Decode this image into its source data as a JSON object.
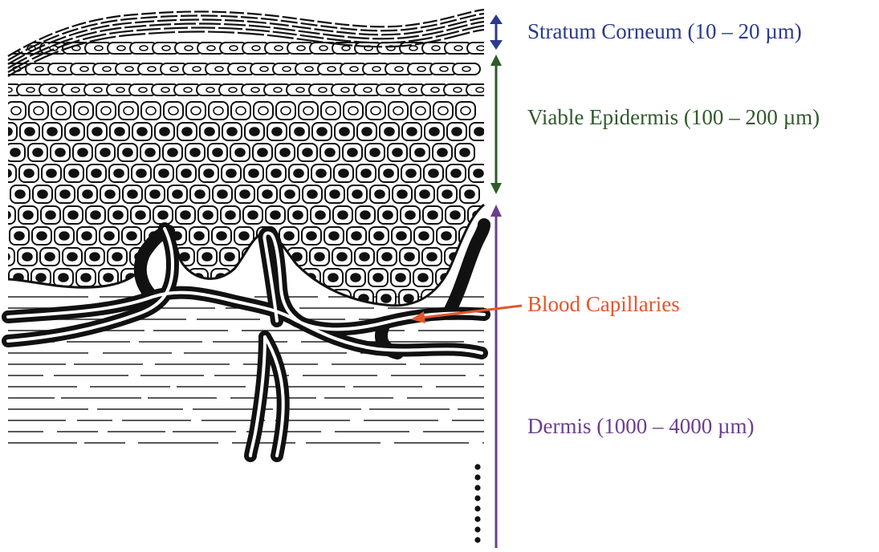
{
  "labels": {
    "stratum_corneum": "Stratum Corneum (10 – 20 µm)",
    "viable_epidermis": "Viable Epidermis (100 – 200 µm)",
    "blood_capillaries": "Blood Capillaries",
    "dermis": "Dermis (1000 – 4000 µm)"
  },
  "colors": {
    "stratum_corneum": "#2b3a8c",
    "viable_epidermis": "#2f5a2a",
    "blood_capillaries": "#e4562a",
    "dermis": "#6b3f8f",
    "ink": "#111111",
    "background": "#ffffff"
  }
}
